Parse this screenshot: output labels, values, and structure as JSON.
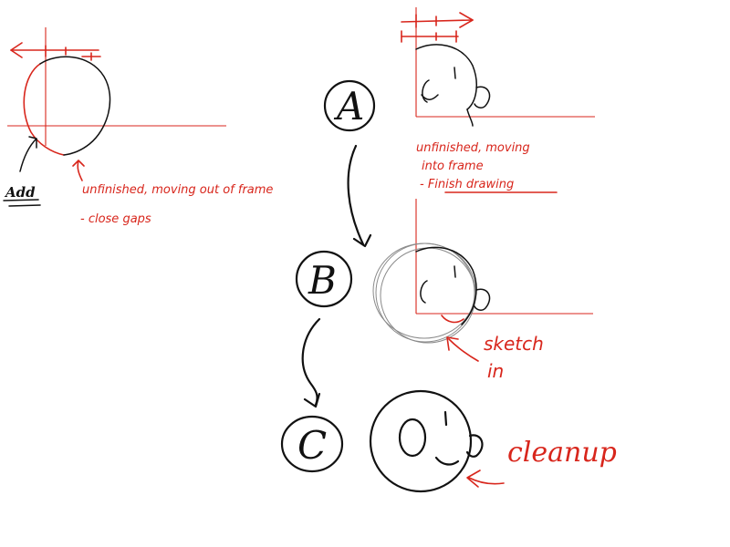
{
  "notes": {
    "add_label": "Add",
    "panel_a_note_line1": "unfinished, moving out of frame",
    "panel_a_note_line2": "- close gaps",
    "top_right_note_line1": "unfinished, moving",
    "top_right_note_line2": "into frame",
    "top_right_note_line3": "- Finish drawing",
    "sketch_note_line1": "sketch",
    "sketch_note_line2": "in",
    "cleanup_note": "cleanup"
  },
  "steps": {
    "a": "A",
    "b": "B",
    "c": "C"
  },
  "colors": {
    "ink": "#111111",
    "annotation": "#d8261c",
    "sketch": "#8a8a8a",
    "background": "#ffffff"
  }
}
